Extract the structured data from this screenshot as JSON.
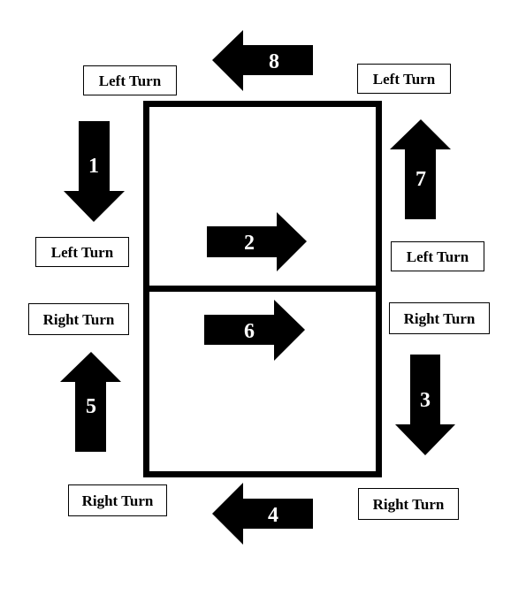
{
  "labels": {
    "top_left": "Left Turn",
    "top_right": "Left Turn",
    "mid_left": "Left Turn",
    "mid_right": "Left Turn",
    "right_turn_left": "Right Turn",
    "right_turn_right": "Right Turn",
    "bottom_left": "Right Turn",
    "bottom_right": "Right Turn"
  },
  "arrows": {
    "a1": "1",
    "a2": "2",
    "a3": "3",
    "a4": "4",
    "a5": "5",
    "a6": "6",
    "a7": "7",
    "a8": "8"
  },
  "colors": {
    "arrow": "#000000",
    "number": "#ffffff",
    "background": "#ffffff"
  }
}
